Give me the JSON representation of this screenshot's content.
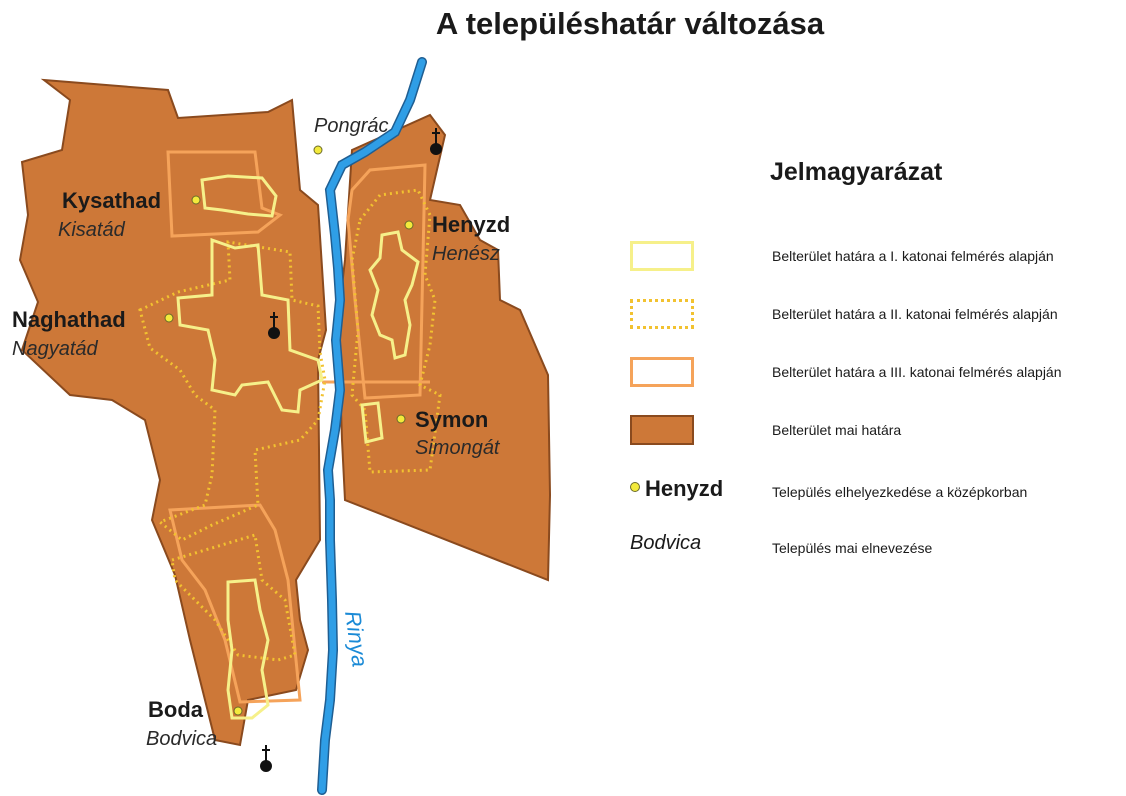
{
  "title": "A településhatár változása",
  "settlements": [
    {
      "medieval_name": "Kysathad",
      "modern_name": "Kisatád"
    },
    {
      "medieval_name": "Naghathad",
      "modern_name": "Nagyatád"
    },
    {
      "medieval_name": "Henyzd",
      "modern_name": "Henész"
    },
    {
      "medieval_name": "Symon",
      "modern_name": "Simongát"
    },
    {
      "medieval_name": "Boda",
      "modern_name": "Bodvica"
    },
    {
      "medieval_name": "",
      "modern_name": "Pongrác"
    }
  ],
  "river": {
    "name": "Rinya",
    "color": "#1a8ad6"
  },
  "church_icon": "church-cross-icon",
  "legend": {
    "title": "Jelmagyarázat",
    "items": [
      {
        "label": "Belterület határa a I. katonai felmérés alapján",
        "style": "solid",
        "color": "#f6f08a"
      },
      {
        "label": "Belterület határa a II. katonai felmérés alapján",
        "style": "dotted",
        "color": "#f2c230"
      },
      {
        "label": "Belterület határa a III. katonai felmérés alapján",
        "style": "solid",
        "color": "#f5a35a"
      },
      {
        "label": "Belterület mai határa",
        "style": "fill",
        "color": "#cd7838"
      },
      {
        "label": "Település elhelyezkedése a középkorban",
        "sample": "Henyzd"
      },
      {
        "label": "Település mai elnevezése",
        "sample": "Bodvica"
      }
    ]
  },
  "colors": {
    "today_fill": "#cd7838",
    "today_border": "#8a4a1e",
    "survey1": "#f6f08a",
    "survey2": "#f2c230",
    "survey3": "#f5a35a",
    "river": "#1a8ad6",
    "settlement_dot": "#f3ea3c"
  }
}
